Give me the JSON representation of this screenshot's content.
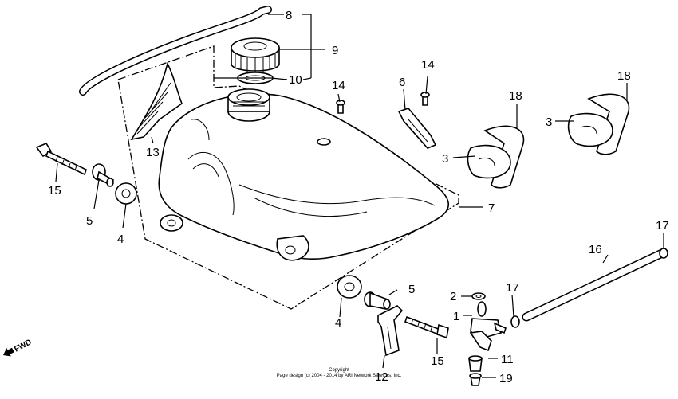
{
  "callouts": {
    "c1": "1",
    "c2": "2",
    "c3a": "3",
    "c3b": "3",
    "c4a": "4",
    "c4b": "4",
    "c5a": "5",
    "c5b": "5",
    "c6": "6",
    "c7": "7",
    "c8": "8",
    "c9": "9",
    "c10": "10",
    "c11": "11",
    "c12": "12",
    "c13": "13",
    "c14a": "14",
    "c14b": "14",
    "c15a": "15",
    "c15b": "15",
    "c16": "16",
    "c17a": "17",
    "c17b": "17",
    "c18a": "18",
    "c18b": "18",
    "c19": "19"
  },
  "fwd_label": "FWD",
  "copyright": {
    "line1": "Copyright",
    "line2": "Page design (c) 2004 - 2014 by ARI Network Services, Inc."
  },
  "colors": {
    "ink": "#000000",
    "paper": "#ffffff"
  },
  "icons": {
    "fwd": "fwd-arrow-icon"
  }
}
